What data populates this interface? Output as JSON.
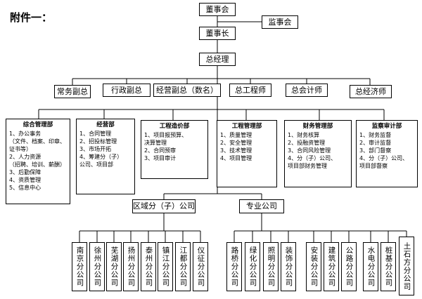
{
  "heading": "附件一：",
  "top": {
    "board": "董事会",
    "supervisors": "监事会",
    "chairman": "董事长",
    "gm": "总经理"
  },
  "deputies": [
    "常务副总",
    "行政副总",
    "经营副总（数名）",
    "总工程师",
    "总会计师",
    "总经济师"
  ],
  "departments": [
    {
      "title": "综合管理部",
      "lines": [
        "1、办公事务",
        "（文件、档案、印章、",
        "证书等）",
        "2、人力资源",
        "（招聘、培训、薪酬）",
        "3、后勤保障",
        "4、资质管理",
        "5、信息中心"
      ]
    },
    {
      "title": "经营部",
      "lines": [
        "1、合同管理",
        "2、招投标管理",
        "3、市场开拓",
        "4、筹建分（子）",
        "公司、项目部"
      ]
    },
    {
      "title": "工程造价部",
      "lines": [
        "1、项目报预算、",
        "决算管理",
        "2、合同预审",
        "3、项目审计"
      ]
    },
    {
      "title": "工程管理部",
      "lines": [
        "1、质量管理",
        "2、安全管理",
        "3、技术管理",
        "4、项目管理"
      ]
    },
    {
      "title": "财务管理部",
      "lines": [
        "1、财务核算",
        "2、投融资管理",
        "3、合同风险管理",
        "4、分（子）公司、",
        "项目部财务管理"
      ]
    },
    {
      "title": "监察审计部",
      "lines": [
        "1、财务监督",
        "2、审计监督",
        "3、部门督察",
        "4、分（子）公司、",
        "项目部督察"
      ]
    }
  ],
  "groups": {
    "regional": "区域分（子）公司",
    "professional": "专业公司"
  },
  "regional_companies": [
    "南京分公司",
    "徐州分公司",
    "芜湖分公司",
    "扬州分公司",
    "泰州分公司",
    "镇江分公司",
    "江都分公司",
    "仪征分公司"
  ],
  "professional_companies": [
    "路桥分公司",
    "绿化分公司",
    "照明分公司",
    "装饰分公司",
    "安装分公司",
    "建筑分公司",
    "公路分公司",
    "水电分公司",
    "桩基分公司",
    "土石方分公司"
  ]
}
